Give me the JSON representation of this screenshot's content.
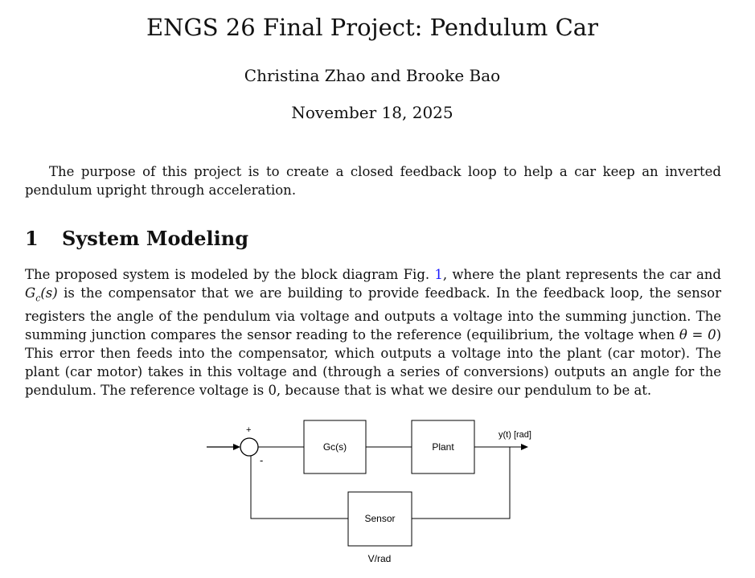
{
  "title": "ENGS 26 Final Project: Pendulum Car",
  "authors": "Christina Zhao and Brooke Bao",
  "date": "November 18, 2025",
  "abstract": "The purpose of this project is to create a closed feedback loop to help a car keep an inverted pendulum upright through acceleration.",
  "section": {
    "number": "1",
    "title": "System Modeling"
  },
  "paragraph": {
    "part1": "The proposed system is modeled by the block diagram Fig. ",
    "figref": "1",
    "part2": ", where the plant represents the car and ",
    "gc_symbol": "G",
    "gc_subscript": "c",
    "gc_arg": "(s)",
    "part3": " is the compensator that we are building to provide feedback. In the feedback loop, the sensor registers the angle of the pendulum via voltage and outputs a voltage into the summing junction. The summing junction compares the sensor reading to the reference (equilibrium, the voltage when ",
    "theta_expr": "θ = 0",
    "part4": ") This error then feeds into the compensator, which outputs a voltage into the plant (car motor). The plant (car motor) takes in this voltage and (through a series of conversions) outputs an angle for the pendulum. The reference voltage is 0, because that is what we desire our pendulum to be at."
  },
  "diagram": {
    "plus_sign": "+",
    "minus_sign": "-",
    "compensator_label": "Gc(s)",
    "plant_label": "Plant",
    "sensor_label": "Sensor",
    "output_label": "y(t) [rad]",
    "sensor_units": "V/rad"
  }
}
